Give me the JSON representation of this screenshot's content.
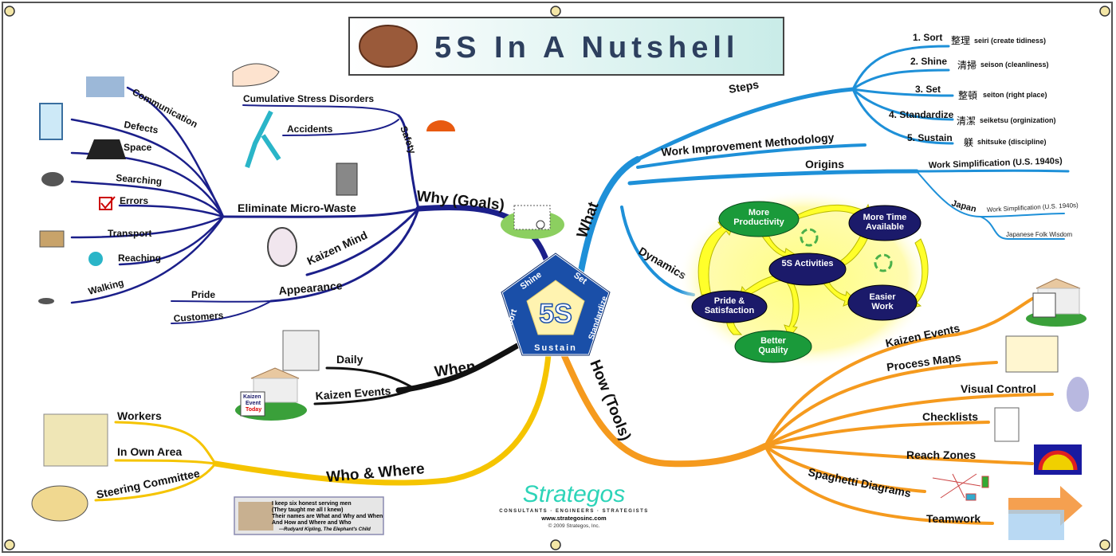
{
  "title": "5S In A Nutshell",
  "center": {
    "label": "5S",
    "petals": [
      "Shine",
      "Set",
      "Standardize",
      "Sustain",
      "Sort"
    ]
  },
  "why": {
    "label": "Why (Goals)",
    "safety": {
      "label": "Safety",
      "items": [
        "Cumulative Stress Disorders",
        "Accidents"
      ]
    },
    "micro_waste": {
      "label": "Eliminate Micro-Waste",
      "items": [
        "Communication",
        "Defects",
        "Space",
        "Searching",
        "Errors",
        "Transport",
        "Reaching",
        "Walking"
      ]
    },
    "kaizen_mind": "Kaizen Mind",
    "appearance": {
      "label": "Appearance",
      "items": [
        "Pride",
        "Customers"
      ]
    }
  },
  "what": {
    "label": "What",
    "steps": {
      "label": "Steps",
      "items": [
        {
          "label": "1. Sort",
          "kanji": "整理",
          "romaji": "seiri (create tidiness)"
        },
        {
          "label": "2. Shine",
          "kanji": "清掃",
          "romaji": "seison (cleanliness)"
        },
        {
          "label": "3. Set",
          "kanji": "整頓",
          "romaji": "seiton (right place)"
        },
        {
          "label": "4. Standardize",
          "kanji": "清潔",
          "romaji": "seiketsu (orginization)"
        },
        {
          "label": "5. Sustain",
          "kanji": "躾",
          "romaji": "shitsuke (discipline)"
        }
      ]
    },
    "methodology": "Work Improvement Methodology",
    "origins": {
      "label": "Origins",
      "us": "Work Simplification (U.S. 1940s)",
      "japan": {
        "label": "Japan",
        "items": [
          "Work Simplification (U.S. 1940s)",
          "Japanese Folk Wisdom"
        ]
      }
    },
    "dynamics": {
      "label": "Dynamics",
      "nodes": [
        "More Productivity",
        "More Time Available",
        "5S Activities",
        "Pride & Satisfaction",
        "Easier Work",
        "Better Quality"
      ]
    }
  },
  "when": {
    "label": "When",
    "items": [
      "Daily",
      "Kaizen Events"
    ]
  },
  "who": {
    "label": "Who & Where",
    "items": [
      "Workers",
      "In Own Area",
      "Steering Committee"
    ]
  },
  "how": {
    "label": "How (Tools)",
    "items": [
      "Kaizen Events",
      "Process Maps",
      "Visual Control",
      "Checklists",
      "Reach Zones",
      "Spaghetti Diagrams",
      "Teamwork"
    ]
  },
  "kaizen_sign": [
    "Kaizen",
    "Event",
    "Today"
  ],
  "quote": {
    "lines": [
      "I keep six honest serving men",
      "(They taught me all I knew)",
      "Their names are What and Why and When",
      "And How and Where and Who"
    ],
    "attribution": "---Rudyard Kipling, The Elephant's Child"
  },
  "logo": {
    "brand": "Strategos",
    "tagline": "CONSULTANTS · ENGINEERS · STRATEGISTS",
    "url": "www.strategosinc.com",
    "copyright": "© 2009 Strategos, Inc."
  },
  "colors": {
    "why": "#1b1f8a",
    "what": "#1e90d8",
    "when": "#111111",
    "who": "#f5c400",
    "how": "#f59a1e",
    "center": "#1a4fa8"
  }
}
